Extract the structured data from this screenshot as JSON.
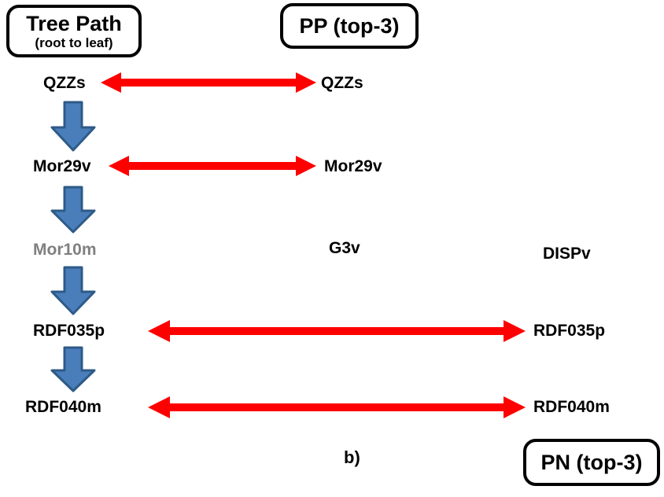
{
  "figure": {
    "caption": "b)",
    "background": "#ffffff"
  },
  "colors": {
    "red_arrow": "#FF0000",
    "blue_arrow_fill": "#4A7EBB",
    "blue_arrow_stroke": "#2E5A87",
    "text": "#000000",
    "muted_text": "#808080",
    "box_border": "#000000"
  },
  "legend_boxes": {
    "tree_path": {
      "title": "Tree Path",
      "subtitle": "(root to leaf)"
    },
    "pp": {
      "title": "PP (top-3)"
    },
    "pn": {
      "title": "PN (top-3)"
    }
  },
  "columns": {
    "tree_path": "Tree Path",
    "pp": "PP (top-3)",
    "pn": "PN (top-3)"
  },
  "rows": [
    {
      "tree_path": "QZZs",
      "tree_path_muted": false,
      "pp": "QZZs",
      "pn": "",
      "link": "pp"
    },
    {
      "tree_path": "Mor29v",
      "tree_path_muted": false,
      "pp": "Mor29v",
      "pn": "",
      "link": "pp"
    },
    {
      "tree_path": "Mor10m",
      "tree_path_muted": true,
      "pp": "G3v",
      "pn": "DISPv",
      "link": "none"
    },
    {
      "tree_path": "RDF035p",
      "tree_path_muted": false,
      "pp": "",
      "pn": "RDF035p",
      "link": "pn"
    },
    {
      "tree_path": "RDF040m",
      "tree_path_muted": false,
      "pp": "",
      "pn": "RDF040m",
      "link": "pn"
    }
  ],
  "tree_edges": [
    {
      "from": "QZZs",
      "to": "Mor29v"
    },
    {
      "from": "Mor29v",
      "to": "Mor10m"
    },
    {
      "from": "Mor10m",
      "to": "RDF035p"
    },
    {
      "from": "RDF035p",
      "to": "RDF040m"
    }
  ]
}
